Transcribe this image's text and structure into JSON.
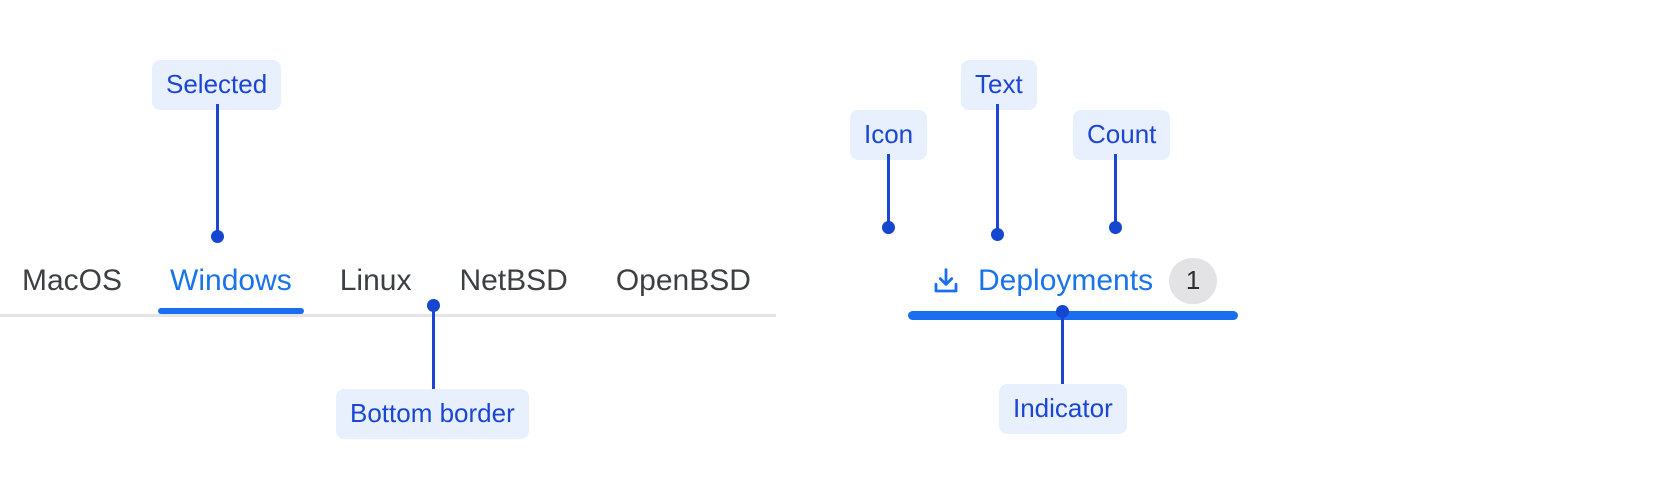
{
  "theme": {
    "accent_blue": "#1a73e8",
    "indicator_blue": "#1a6ef0",
    "callout_text": "#1a46d3",
    "callout_bg": "#e8f0fe",
    "tab_text": "#3c4043",
    "border_grey": "#e4e4e8",
    "badge_bg": "#e3e3e6"
  },
  "left_example": {
    "tabs": [
      {
        "label": "MacOS",
        "selected": false
      },
      {
        "label": "Windows",
        "selected": true
      },
      {
        "label": "Linux",
        "selected": false
      },
      {
        "label": "NetBSD",
        "selected": false
      },
      {
        "label": "OpenBSD",
        "selected": false
      }
    ],
    "annotations": {
      "selected": "Selected",
      "bottom_border": "Bottom border"
    }
  },
  "right_example": {
    "tab": {
      "icon": "download-icon",
      "label": "Deployments",
      "count": "1"
    },
    "annotations": {
      "icon": "Icon",
      "text": "Text",
      "count": "Count",
      "indicator": "Indicator"
    }
  }
}
